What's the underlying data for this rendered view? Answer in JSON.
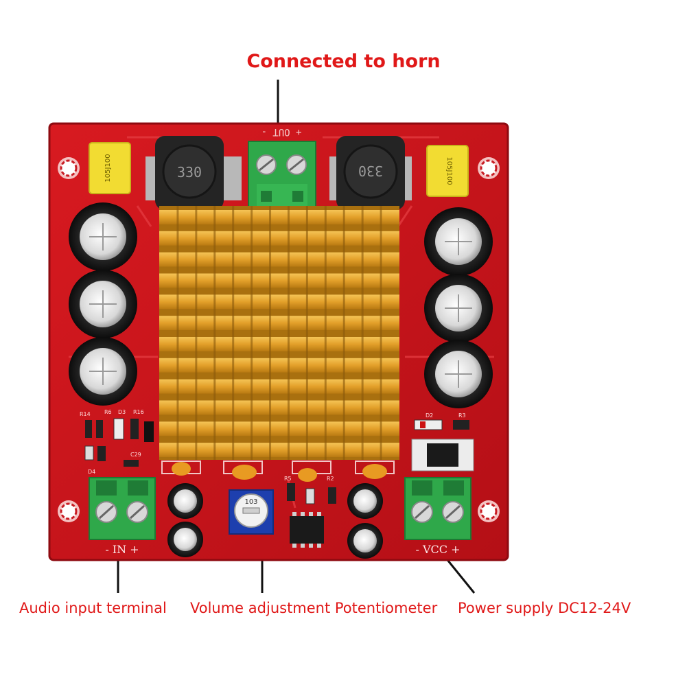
{
  "callouts": {
    "top": "Connected to horn",
    "audio_input": "Audio input terminal",
    "volume": "Volume adjustment Potentiometer",
    "power": "Power supply DC12-24V"
  },
  "silkscreen": {
    "out": "+ OUT -",
    "in": "- IN +",
    "vcc": "- VCC +",
    "inductor_code": "330",
    "cap_code": "105J100",
    "pot_code": "103",
    "refs": [
      "R6",
      "D3",
      "R16",
      "R14",
      "D4",
      "C29",
      "D2",
      "R3",
      "R5",
      "R2"
    ]
  },
  "colors": {
    "callout_red": "#e01818",
    "pcb_red": "#c8141a",
    "heatsink_gold": "#e2a12c",
    "terminal_green": "#2fa84a",
    "cap_yellow": "#f2dc32"
  }
}
